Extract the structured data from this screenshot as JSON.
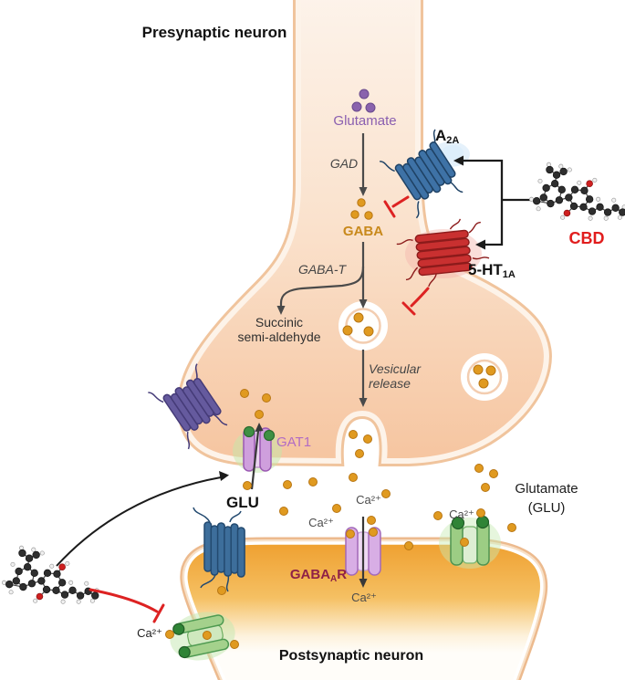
{
  "labels": {
    "presynaptic": "Presynaptic neuron",
    "postsynaptic": "Postsynaptic neuron",
    "glutamate_top": "Glutamate",
    "gad": "GAD",
    "gaba": "GABA",
    "gaba_t": "GABA-T",
    "succinic_l1": "Succinic",
    "succinic_l2": "semi-aldehyde",
    "vesicular_l1": "Vesicular",
    "vesicular_l2": "release",
    "glu": "GLU",
    "glutamate_right_l1": "Glutamate",
    "glutamate_right_l2": "(GLU)",
    "ca": "Ca²⁺",
    "gat1": "GAT1",
    "cbd": "CBD",
    "a2a_base": "A",
    "a2a_sub": "2A",
    "ht1a_base": "5-HT",
    "ht1a_sub": "1A",
    "gabaar_p1": "GABA",
    "gabaar_sub": "A",
    "gabaar_p2": "R"
  },
  "icons": {
    "a2a_receptor": "blue-gpcr-helix-bundle",
    "ht1a_receptor": "red-gpcr-helix-bundle",
    "purple_receptor": "purple-gpcr-helix-bundle",
    "postsynaptic_blue_receptor": "blue-gpcr-helix-bundle-vertical",
    "gat1_transporter": "pink-membrane-transporter-with-green-ions",
    "gabaa_channel": "lavender-ion-channel",
    "glutamate_receptor_green": "green-ion-channel-with-ions",
    "calcium_channel_green": "green-ion-channel-horizontal",
    "cbd_molecule": "ball-and-stick-molecule",
    "inhibition_tbar": "red-blunt-end-inhibition-line",
    "vesicle": "white-circle-with-orange-neurotransmitter-dots"
  },
  "colors": {
    "glutamate_text": "#8a5fb0",
    "gaba_text": "#c8891c",
    "gat1_text": "#b16cc4",
    "gabaar_text": "#8f2146",
    "cbd_text": "#e11d1d",
    "inhibition_red": "#dd2222",
    "orange_dot": "#e09a20",
    "purple_dot": "#8a63ad",
    "presynaptic_fill_top": "#fdf4ec",
    "presynaptic_fill_bottom": "#f6c5a0",
    "postsynaptic_fill": "#efa030",
    "membrane_line": "#f0c49d",
    "receptor_blue": "#3e72a6",
    "receptor_red": "#c93030",
    "receptor_purple": "#655a9e",
    "transporter_pink": "#cf9fdd",
    "channel_green": "#9ccd84",
    "arrow_gray": "#4a4a4a",
    "arrow_black": "#1b1b1b"
  }
}
